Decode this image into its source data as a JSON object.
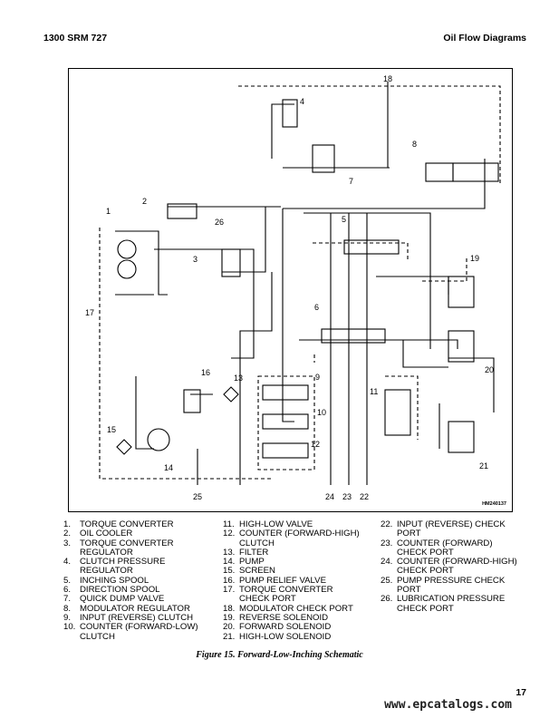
{
  "header": {
    "left": "1300 SRM 727",
    "right": "Oil Flow Diagrams"
  },
  "diagram": {
    "code": "HM240137",
    "callouts": [
      "1",
      "2",
      "3",
      "4",
      "5",
      "6",
      "7",
      "8",
      "9",
      "10",
      "11",
      "12",
      "13",
      "14",
      "15",
      "16",
      "17",
      "18",
      "19",
      "20",
      "21",
      "22",
      "23",
      "24",
      "25",
      "26"
    ]
  },
  "legend": {
    "col1": [
      {
        "num": "1.",
        "text": "TORQUE CONVERTER"
      },
      {
        "num": "2.",
        "text": "OIL COOLER"
      },
      {
        "num": "3.",
        "text": "TORQUE CONVERTER\nREGULATOR"
      },
      {
        "num": "4.",
        "text": "CLUTCH PRESSURE\nREGULATOR"
      },
      {
        "num": "5.",
        "text": "INCHING SPOOL"
      },
      {
        "num": "6.",
        "text": "DIRECTION SPOOL"
      },
      {
        "num": "7.",
        "text": "QUICK DUMP VALVE"
      },
      {
        "num": "8.",
        "text": "MODULATOR REGULATOR"
      },
      {
        "num": "9.",
        "text": "INPUT (REVERSE) CLUTCH"
      },
      {
        "num": "10.",
        "text": "COUNTER (FORWARD-LOW)\nCLUTCH"
      }
    ],
    "col2": [
      {
        "num": "11.",
        "text": "HIGH-LOW VALVE"
      },
      {
        "num": "12.",
        "text": "COUNTER (FORWARD-HIGH)\nCLUTCH"
      },
      {
        "num": "13.",
        "text": "FILTER"
      },
      {
        "num": "14.",
        "text": "PUMP"
      },
      {
        "num": "15.",
        "text": "SCREEN"
      },
      {
        "num": "16.",
        "text": "PUMP RELIEF VALVE"
      },
      {
        "num": "17.",
        "text": "TORQUE CONVERTER\nCHECK PORT"
      },
      {
        "num": "18.",
        "text": "MODULATOR CHECK PORT"
      },
      {
        "num": "19.",
        "text": "REVERSE SOLENOID"
      },
      {
        "num": "20.",
        "text": "FORWARD SOLENOID"
      },
      {
        "num": "21.",
        "text": "HIGH-LOW SOLENOID"
      }
    ],
    "col3": [
      {
        "num": "22.",
        "text": "INPUT (REVERSE) CHECK\nPORT"
      },
      {
        "num": "23.",
        "text": "COUNTER (FORWARD)\nCHECK PORT"
      },
      {
        "num": "24.",
        "text": "COUNTER (FORWARD-HIGH)\nCHECK PORT"
      },
      {
        "num": "25.",
        "text": "PUMP PRESSURE CHECK\nPORT"
      },
      {
        "num": "26.",
        "text": "LUBRICATION PRESSURE\nCHECK PORT"
      }
    ]
  },
  "caption": "Figure 15. Forward-Low-Inching Schematic",
  "page_number": "17",
  "watermark": "www.epcatalogs.com"
}
